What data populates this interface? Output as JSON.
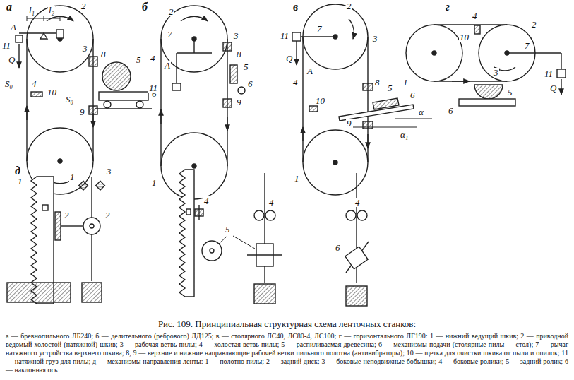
{
  "diagram": {
    "caption": "Рис. 109. Принципиальная структурная схема ленточных станков:",
    "labels": [
      "а",
      "2",
      "l₁",
      "l₂",
      "A",
      "11",
      "Q",
      "S₀",
      "4",
      "10",
      "S₀",
      "9",
      "3",
      "8",
      "5",
      "6",
      "1",
      "б",
      "2",
      "7",
      "3",
      "8",
      "4",
      "A",
      "5",
      "6",
      "11",
      "9",
      "1",
      "в",
      "2",
      "7",
      "11",
      "3",
      "Q",
      "4",
      "A",
      "8",
      "10",
      "9",
      "5",
      "6",
      "α",
      "α₁",
      "1",
      "г",
      "4",
      "10",
      "2",
      "7",
      "11",
      "Q",
      "1",
      "3",
      "5",
      "6",
      "д",
      "1",
      "3",
      "2",
      "2",
      "4",
      "5",
      "4",
      "4",
      "6",
      "а — бревнопильного ЛБ240; б — делительного (ребрового) ЛД125; в — столярного ЛС40, ЛС80-4, ЛС100; г — горизонтального ЛГ190: 1 — нижний ведущий шкив; 2 — приводной ведомый холостой (натяжной) шкив; 3 — рабочая ветвь пилы; 4 — холостая ветвь пилы; 5 — распиливаемая древесина; 6 — механизмы подачи (столярные пилы — стол); 7 — рычаг натяжного устройства верхнего шкива; 8, 9 — верхние и нижние направляющие рабочей ветви пильного полотна (антивибраторы); 10 — щетка для очистки шкива от пыли и опилок; 11 — натяжной груз для пилы; д — механизмы направления ленты: 1 — полотно пилы; 2 — задний диск; 3 — боковые неподвижные бобышки; 4 — боковые ролики; 5 — задний ролик; 6 — наклонная ось"
    ]
  }
}
